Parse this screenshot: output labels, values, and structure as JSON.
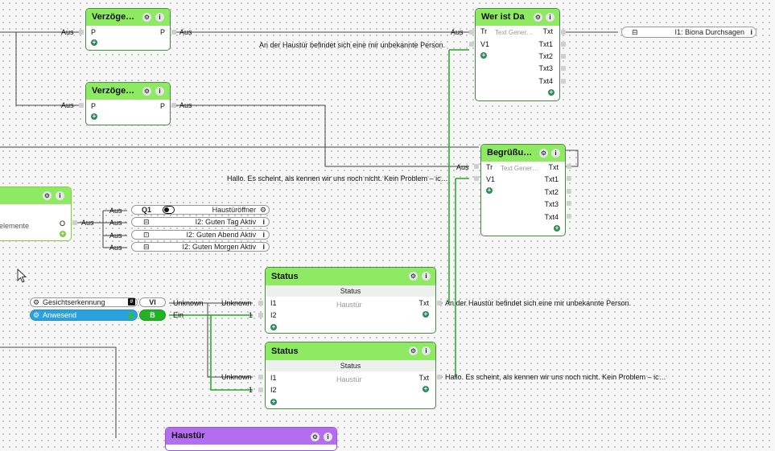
{
  "blocks": {
    "delay1": {
      "title": "Verzöge…",
      "in": "P",
      "out": "P"
    },
    "delay2": {
      "title": "Verzöge…",
      "in": "P",
      "out": "P"
    },
    "wer": {
      "title": "Wer ist Da",
      "tr": "Tr",
      "v1": "V1",
      "placeholder": "Text Gener…",
      "txt": "Txt",
      "txt1": "Txt1",
      "txt2": "Txt2",
      "txt3": "Txt3",
      "txt4": "Txt4"
    },
    "begr": {
      "title": "Begrüßu…",
      "tr": "Tr",
      "v1": "V1",
      "placeholder": "Text Gener…",
      "txt": "Txt",
      "txt1": "Txt1",
      "txt2": "Txt2",
      "txt3": "Txt3",
      "txt4": "Txt4"
    },
    "partial": {
      "text": "elemente",
      "out": "O"
    },
    "status1": {
      "title": "Status",
      "sub": "Status",
      "i1": "I1",
      "i2": "I2",
      "name": "Haustür",
      "txt": "Txt"
    },
    "status2": {
      "title": "Status",
      "sub": "Status",
      "i1": "I1",
      "i2": "I2",
      "name": "Haustür",
      "txt": "Txt"
    },
    "haustuer": {
      "title": "Haustür"
    }
  },
  "labels": {
    "aus": "Aus",
    "unknown": "Unknown",
    "ein": "Ein",
    "one": "1",
    "v1_wer": "An der Haustür befindet sich eine mir unbekannte Person.",
    "v1_begr": "Hallo. Es scheint, als kennen wir uns noch nicht. Kein Problem – ic…",
    "out_status1": "An der Haustür befindet sich eine mir unbekannte Person.",
    "out_status2": "Hallo. Es scheint, als kennen wir uns noch nicht. Kein Problem – ic…"
  },
  "outputs": {
    "biona": "I1: Biona Durchsagen",
    "q1_tag": "Q1",
    "q1_name": "Haustüröffner",
    "i2_tag": "I2: Guten Tag Aktiv",
    "i2_abend": "I2: Guten Abend Aktiv",
    "i2_morgen": "I2: Guten Morgen Aktiv"
  },
  "inputs": {
    "gesicht": "Gesichtserkennung",
    "gesicht_tag": "VI",
    "anwesend": "Anwesend",
    "anwesend_tag": "B"
  },
  "colors": {
    "header": "#8eea62",
    "wire": "#444444",
    "active_wire": "#22aa22",
    "anwesend": "#2aa2e0",
    "purple": "#b36df0"
  }
}
